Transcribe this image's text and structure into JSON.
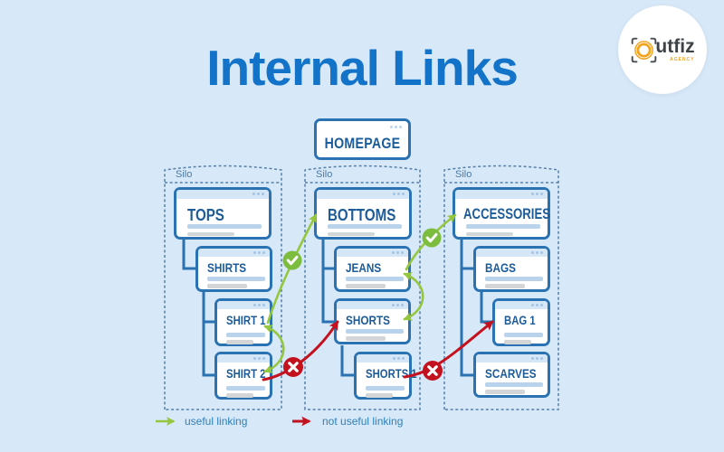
{
  "header": {
    "title": "Internal Links"
  },
  "logo": {
    "brand": "utfiz",
    "tagline": "AGENCY"
  },
  "diagram": {
    "homepage": {
      "title": "HOMEPAGE"
    },
    "silos": [
      {
        "label": "Silo",
        "head": "TOPS",
        "pages": [
          "SHIRTS",
          "SHIRT 1",
          "SHIRT 2"
        ]
      },
      {
        "label": "Silo",
        "head": "BOTTOMS",
        "pages": [
          "JEANS",
          "SHORTS",
          "SHORTS 1"
        ]
      },
      {
        "label": "Silo",
        "head": "ACCESSORIES",
        "pages": [
          "BAGS",
          "BAG 1",
          "SCARVES"
        ]
      }
    ],
    "links": [
      {
        "from": "SHIRT 1",
        "to": "BOTTOMS",
        "type": "useful",
        "bidirectional": false
      },
      {
        "from": "SHIRT 1",
        "to": "SHIRT 2",
        "type": "useful",
        "bidirectional": true
      },
      {
        "from": "JEANS",
        "to": "ACCESSORIES",
        "type": "useful",
        "bidirectional": false
      },
      {
        "from": "JEANS",
        "to": "SHORTS",
        "type": "useful",
        "bidirectional": true
      },
      {
        "from": "SHIRT 2",
        "to": "SHORTS",
        "type": "not-useful",
        "bidirectional": false
      },
      {
        "from": "SHORTS 1",
        "to": "BAG 1",
        "type": "not-useful",
        "bidirectional": false
      }
    ]
  },
  "legend": {
    "useful": "useful linking",
    "not_useful": "not useful linking"
  },
  "colors": {
    "background": "#d7e8f8",
    "title_blue": "#1273c8",
    "box_border": "#2a72b1",
    "box_title": "#1d5c99",
    "useful_green": "#94c73e",
    "not_useful_red": "#c4111e",
    "legend_text": "#2f80b9",
    "logo_orange": "#f2a41f"
  }
}
